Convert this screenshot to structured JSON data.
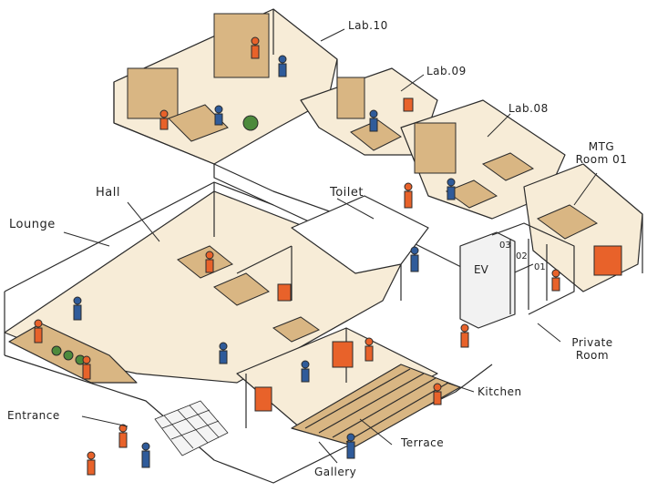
{
  "labels": {
    "lab10": "Lab.10",
    "lab09": "Lab.09",
    "lab08": "Lab.08",
    "mtg_line1": "MTG",
    "mtg_line2": "Room 01",
    "hall": "Hall",
    "toilet": "Toilet",
    "lounge": "Lounge",
    "private_line1": "Private",
    "private_line2": "Room",
    "kitchen": "Kitchen",
    "entrance": "Entrance",
    "terrace": "Terrace",
    "gallery": "Gallery",
    "elevator": "EV",
    "room_01": "01",
    "room_02": "02",
    "room_03": "03"
  },
  "colors": {
    "line": "#2b2b2b",
    "floor": "#f7ecd7",
    "wood": "#d9b683",
    "accent": "#e8622a",
    "navy": "#2f5b9a",
    "plant": "#4d8a3c",
    "wall": "#ffffff"
  },
  "icons": [
    "person-icon",
    "bookshelf-icon",
    "plant-icon",
    "table-icon",
    "elevator-icon"
  ]
}
